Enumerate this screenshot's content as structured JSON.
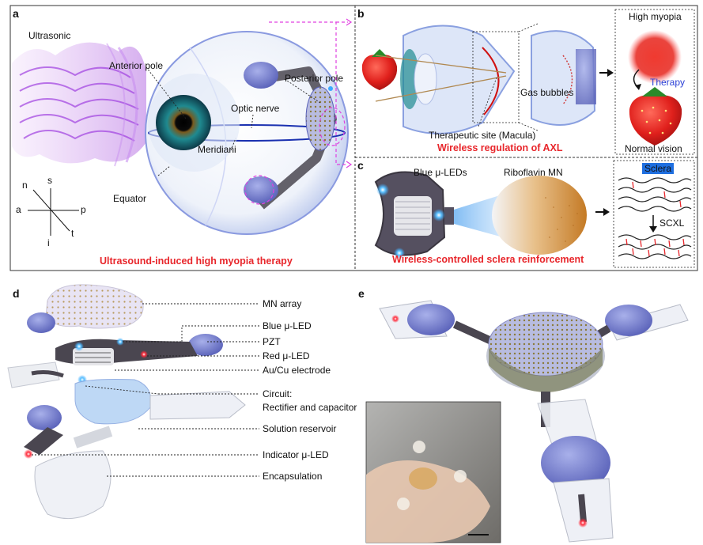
{
  "panel_letters": {
    "a": "a",
    "b": "b",
    "c": "c",
    "d": "d",
    "e": "e"
  },
  "panel_a": {
    "ultrasonic": "Ultrasonic",
    "anterior_pole": "Anterior pole",
    "posterior_pole": "Posterior pole",
    "optic_nerve": "Optic nerve",
    "meridiani": "Meridiani",
    "equator": "Equator",
    "axis_n": "n",
    "axis_s": "s",
    "axis_a": "a",
    "axis_p": "p",
    "axis_i": "i",
    "axis_t": "t",
    "caption": "Ultrasound-induced high myopia therapy"
  },
  "panel_b": {
    "high_myopia": "High myopia",
    "therapy": "Therapy",
    "normal_vision": "Normal vision",
    "gas_bubbles": "Gas bubbles",
    "therapeutic_site": "Therapeutic site (Macula)",
    "caption": "Wireless regulation of  AXL"
  },
  "panel_c": {
    "blue_leds": "Blue μ-LEDs",
    "riboflavin_mn": "Riboflavin MN",
    "sclera": "Sclera",
    "scxl": "SCXL",
    "caption": "Wireless-controlled sclera reinforcement"
  },
  "panel_d": {
    "labels": [
      "MN array",
      "Blue μ-LED",
      "PZT",
      "Red μ-LED",
      "Au/Cu electrode",
      "Circuit:",
      "Rectifier and capacitor",
      "Solution reservoir",
      "Indicator μ-LED",
      "Encapsulation"
    ]
  },
  "colors": {
    "caption_red": "#e8262b",
    "therapy_blue": "#2a3fd6",
    "device_purple": "#8088d0",
    "dark_frame": "#4a4650",
    "mn_orange": "#d8963c",
    "led_blue": "#3aa8ff",
    "led_red": "#ff2030",
    "guide_magenta": "#e040e0"
  }
}
